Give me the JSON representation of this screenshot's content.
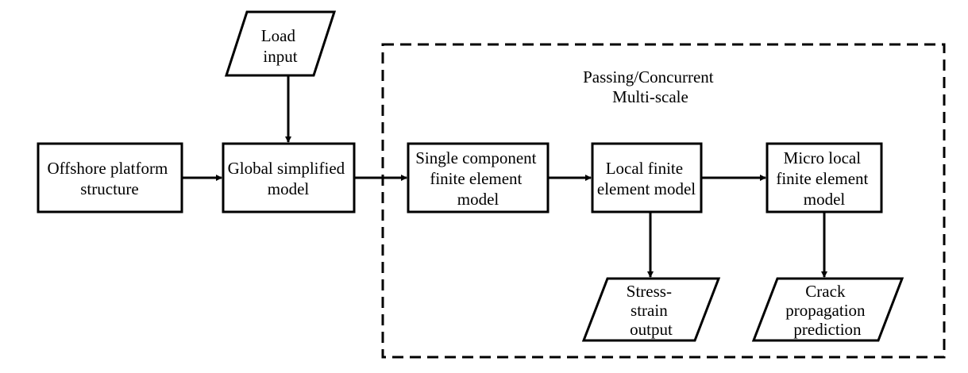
{
  "region": {
    "label_lines": [
      "Passing/Concurrent",
      "Multi-scale"
    ]
  },
  "nodes": {
    "load_input": {
      "lines": [
        "Load",
        "input"
      ]
    },
    "offshore": {
      "lines": [
        "Offshore platform",
        "structure"
      ]
    },
    "global": {
      "lines": [
        "Global simplified",
        "model"
      ]
    },
    "single": {
      "lines": [
        "Single component",
        "finite element",
        "model"
      ]
    },
    "local": {
      "lines": [
        "Local finite",
        "element model"
      ]
    },
    "micro": {
      "lines": [
        "Micro local",
        "finite element",
        "model"
      ]
    },
    "stress": {
      "lines": [
        "Stress-",
        "strain",
        "output"
      ]
    },
    "crack": {
      "lines": [
        "Crack",
        "propagation",
        "prediction"
      ]
    }
  },
  "colors": {
    "stroke": "#000000",
    "background": "#ffffff"
  }
}
